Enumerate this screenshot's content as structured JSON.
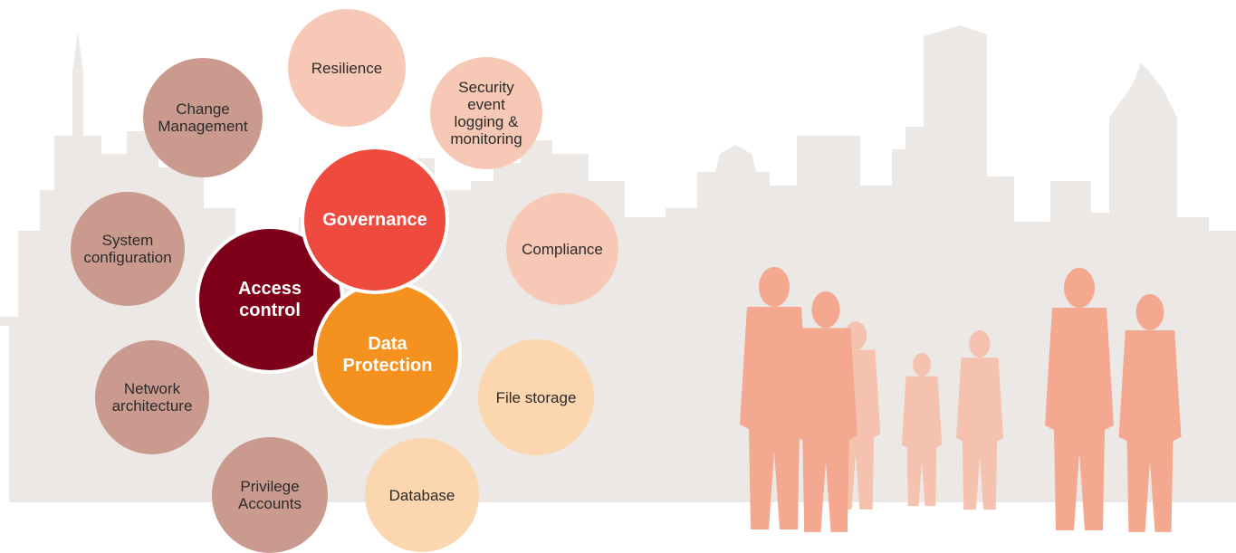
{
  "colors": {
    "skyline": "#ebe8e5",
    "people": "#f4a88f",
    "people_far": "#f6c2b0",
    "access": "#7f0019",
    "governance": "#ee4a3d",
    "data_protection": "#f5921f",
    "left_ring": "#cb9a8e",
    "pink_ring": "#f8c8b6",
    "peach_ring": "#fbd6ae"
  },
  "core": {
    "access": "Access\ncontrol",
    "governance": "Governance",
    "data_protection": "Data\nProtection"
  },
  "ring": {
    "resilience": "Resilience",
    "security_logging": "Security\nevent\nlogging &\nmonitoring",
    "compliance": "Compliance",
    "file_storage": "File storage",
    "database": "Database",
    "privilege_accounts": "Privilege\nAccounts",
    "network_architecture": "Network\narchitecture",
    "system_configuration": "System\nconfiguration",
    "change_management": "Change\nManagement"
  }
}
